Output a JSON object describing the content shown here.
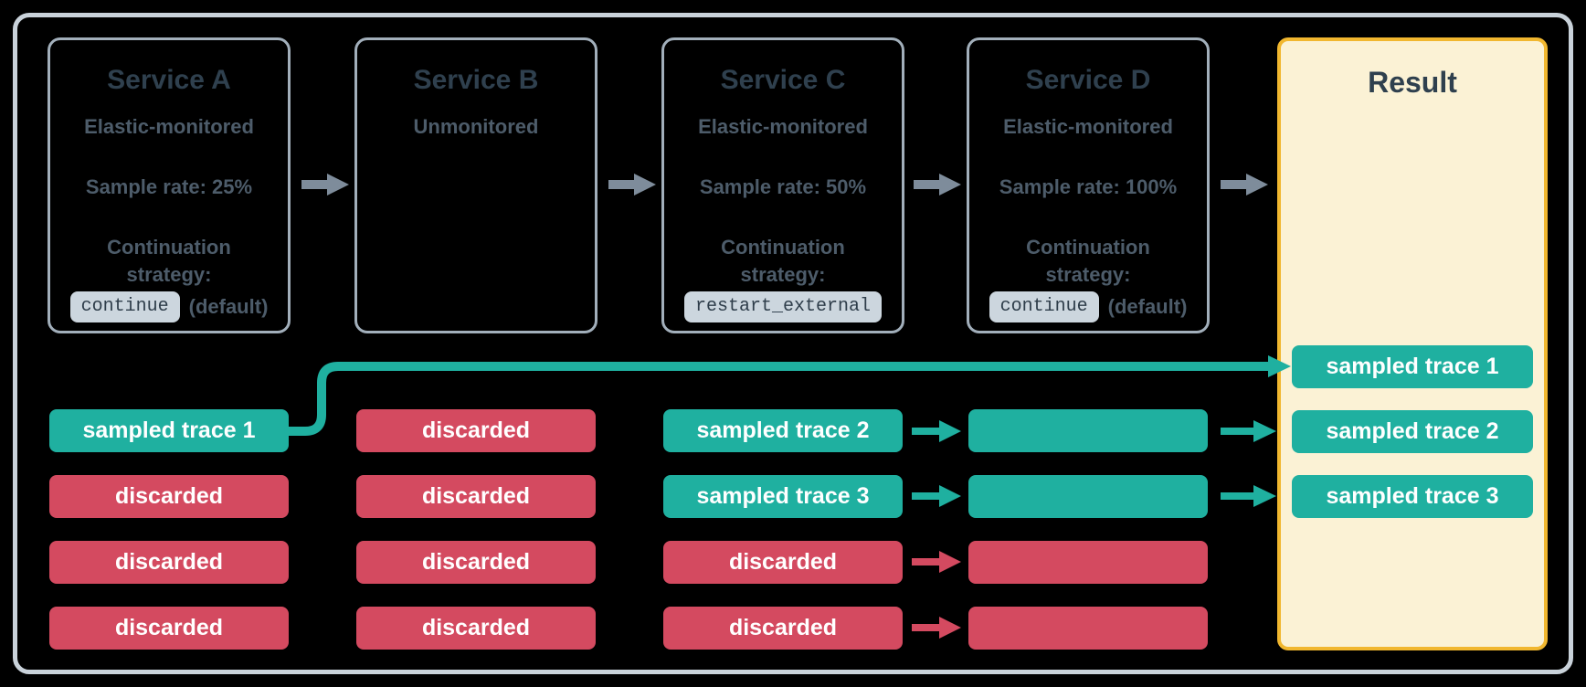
{
  "diagram": {
    "services": [
      {
        "title": "Service A",
        "subtitle": "Elastic-monitored",
        "sample_rate": "Sample rate: 25%",
        "strategy_label": "Continuation strategy:",
        "strategy_code": "continue",
        "strategy_note": "(default)",
        "traces": [
          {
            "label": "sampled trace 1",
            "type": "sampled"
          },
          {
            "label": "discarded",
            "type": "discarded"
          },
          {
            "label": "discarded",
            "type": "discarded"
          },
          {
            "label": "discarded",
            "type": "discarded"
          }
        ]
      },
      {
        "title": "Service B",
        "subtitle": "Unmonitored",
        "traces": [
          {
            "label": "discarded",
            "type": "discarded"
          },
          {
            "label": "discarded",
            "type": "discarded"
          },
          {
            "label": "discarded",
            "type": "discarded"
          },
          {
            "label": "discarded",
            "type": "discarded"
          }
        ]
      },
      {
        "title": "Service C",
        "subtitle": "Elastic-monitored",
        "sample_rate": "Sample rate: 50%",
        "strategy_label": "Continuation strategy:",
        "strategy_code": "restart_external",
        "strategy_note": "",
        "traces": [
          {
            "label": "sampled trace 2",
            "type": "sampled"
          },
          {
            "label": "sampled trace 3",
            "type": "sampled"
          },
          {
            "label": "discarded",
            "type": "discarded"
          },
          {
            "label": "discarded",
            "type": "discarded"
          }
        ]
      },
      {
        "title": "Service D",
        "subtitle": "Elastic-monitored",
        "sample_rate": "Sample rate: 100%",
        "strategy_label": "Continuation strategy:",
        "strategy_code": "continue",
        "strategy_note": "(default)",
        "traces": [
          {
            "label": "",
            "type": "sampled"
          },
          {
            "label": "",
            "type": "sampled"
          },
          {
            "label": "",
            "type": "discarded"
          },
          {
            "label": "",
            "type": "discarded"
          }
        ]
      }
    ],
    "result": {
      "title": "Result",
      "traces": [
        {
          "label": "sampled trace 1",
          "type": "sampled"
        },
        {
          "label": "sampled trace 2",
          "type": "sampled"
        },
        {
          "label": "sampled trace 3",
          "type": "sampled"
        }
      ]
    },
    "colors": {
      "sampled": "#1fb0a0",
      "discarded": "#d44a60",
      "arrow_gray": "#7e8c9b",
      "outer_border": "#c9d2da",
      "box_border": "#a2afbb",
      "result_border": "#f1b72f",
      "result_fill": "#fbf2d5",
      "title_text": "#2f404e",
      "body_text": "#4d5c6a",
      "chip_bg": "#ccd6de",
      "chip_text": "#2e3d4a"
    }
  }
}
